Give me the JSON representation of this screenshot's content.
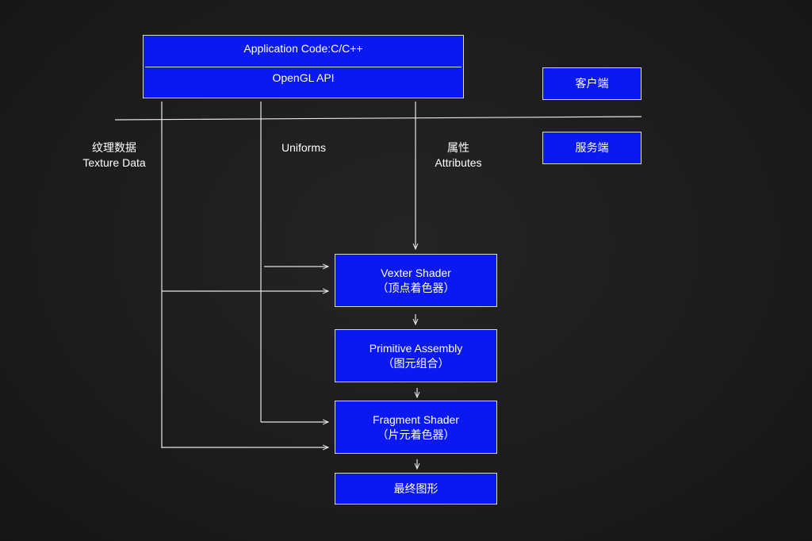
{
  "app_box": {
    "code_label": "Application Code:C/C++",
    "api_label": "OpenGL API"
  },
  "side_labels": {
    "client": "客户端",
    "server": "服务端"
  },
  "inputs": {
    "texture_cn": "纹理数据",
    "texture_en": "Texture Data",
    "uniforms": "Uniforms",
    "attributes_cn": "属性",
    "attributes_en": "Attributes"
  },
  "pipeline": {
    "vertex_en": "Vexter Shader",
    "vertex_cn": "（顶点着色器）",
    "primitive_en": "Primitive Assembly",
    "primitive_cn": "（图元组合）",
    "fragment_en": "Fragment Shader",
    "fragment_cn": "（片元着色器）",
    "final": "最终图形"
  },
  "colors": {
    "background": "#1c1c1c",
    "box_fill": "#0a19f0",
    "line": "#e6e6e6",
    "text": "#ffffff"
  }
}
